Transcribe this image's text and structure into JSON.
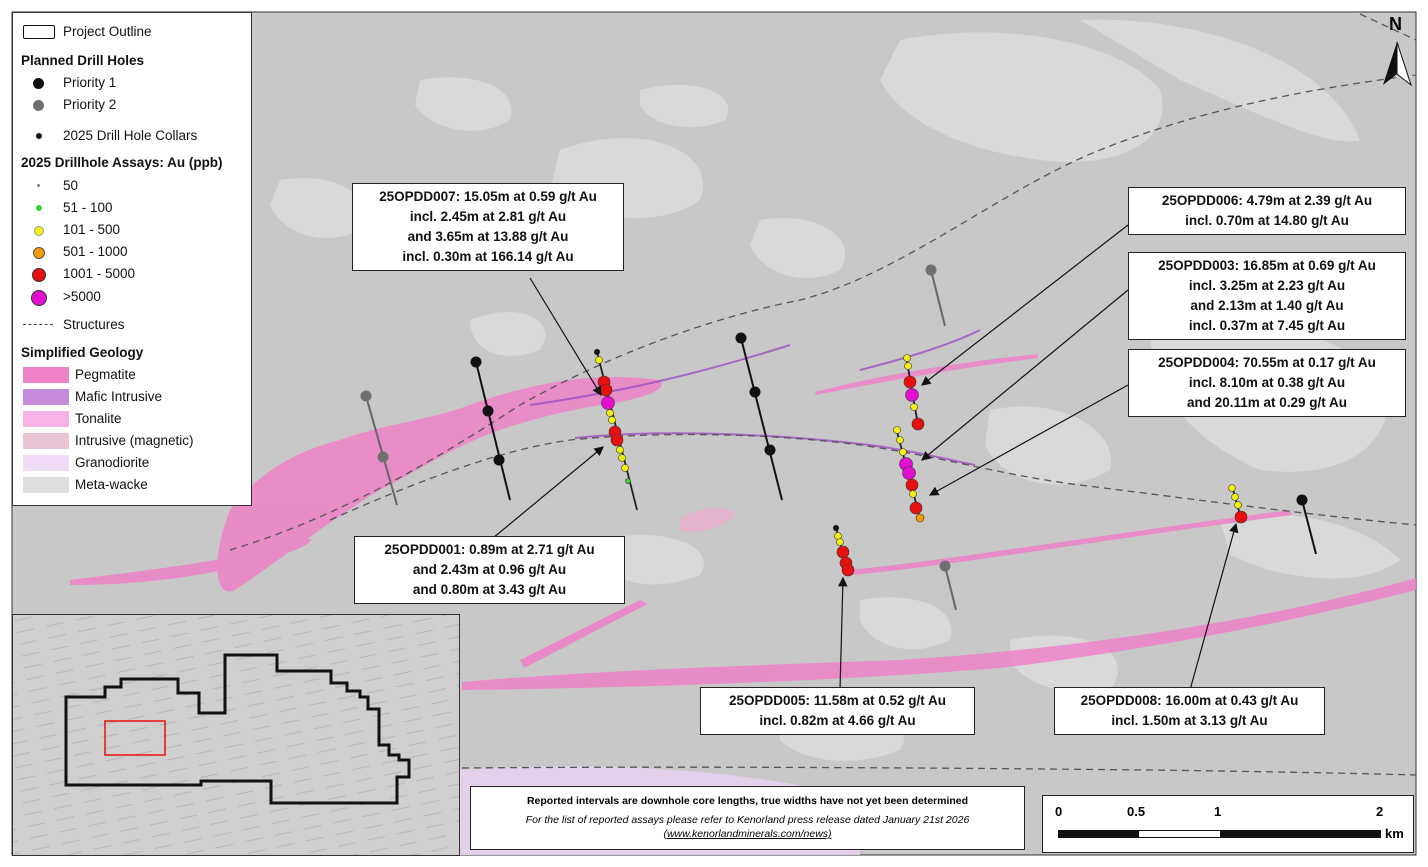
{
  "legend": {
    "project_outline": "Project Outline",
    "planned_header": "Planned Drill Holes",
    "priority1": "Priority 1",
    "priority2": "Priority 2",
    "collars": "2025 Drill Hole Collars",
    "assays_header": "2025 Drillhole Assays: Au (ppb)",
    "assay_bins": [
      {
        "label": "50",
        "color": "#808080"
      },
      {
        "label": "51 - 100",
        "color": "#3bd12b"
      },
      {
        "label": "101 - 500",
        "color": "#f5f20a"
      },
      {
        "label": "501 - 1000",
        "color": "#f59a00"
      },
      {
        "label": "1001 - 5000",
        "color": "#e8100c"
      },
      {
        "label": ">5000",
        "color": "#e40ed0"
      }
    ],
    "structures": "Structures",
    "geology_header": "Simplified Geology",
    "geology": [
      {
        "label": "Pegmatite",
        "color": "#ee82c8"
      },
      {
        "label": "Mafic Intrusive",
        "color": "#c58ad8"
      },
      {
        "label": "Tonalite",
        "color": "#f7b2e6"
      },
      {
        "label": "Intrusive (magnetic)",
        "color": "#e9c3d4"
      },
      {
        "label": "Granodiorite",
        "color": "#f1dcf7"
      },
      {
        "label": "Meta-wacke",
        "color": "#dedede"
      }
    ]
  },
  "callouts": {
    "dd007": [
      "25OPDD007: 15.05m at 0.59 g/t Au",
      "incl. 2.45m at 2.81 g/t Au",
      "and 3.65m at 13.88 g/t Au",
      "incl. 0.30m at 166.14 g/t Au"
    ],
    "dd006": [
      "25OPDD006: 4.79m at 2.39 g/t Au",
      "incl. 0.70m at 14.80 g/t Au"
    ],
    "dd003": [
      "25OPDD003: 16.85m at 0.69 g/t Au",
      "incl. 3.25m at 2.23 g/t Au",
      "and 2.13m at 1.40 g/t Au",
      "incl. 0.37m at 7.45 g/t Au"
    ],
    "dd004": [
      "25OPDD004: 70.55m at 0.17 g/t Au",
      "incl. 8.10m at 0.38 g/t Au",
      "and 20.11m at 0.29 g/t Au"
    ],
    "dd001": [
      "25OPDD001: 0.89m at 2.71 g/t Au",
      "and 2.43m at 0.96 g/t Au",
      "and 0.80m at 3.43 g/t Au"
    ],
    "dd005": [
      "25OPDD005: 11.58m at 0.52 g/t Au",
      "incl. 0.82m at 4.66 g/t Au"
    ],
    "dd008": [
      "25OPDD008: 16.00m at 0.43 g/t Au",
      "incl. 1.50m at 3.13 g/t Au"
    ]
  },
  "note": {
    "line1": "Reported intervals are downhole core lengths, true widths have not yet been determined",
    "line2": "For the list of reported assays please refer to Kenorland press release dated January 21st 2026",
    "line3": "(www.kenorlandminerals.com/news)"
  },
  "scale": {
    "ticks": [
      "0",
      "0.5",
      "1",
      "2"
    ],
    "unit": "km"
  },
  "north": "N",
  "colors": {
    "background": "#c9c9c9",
    "meta_wacke": "#dadada",
    "pegmatite": "#ee82c8",
    "mafic": "#9b4fc2",
    "inset_box": "#e8100c"
  }
}
